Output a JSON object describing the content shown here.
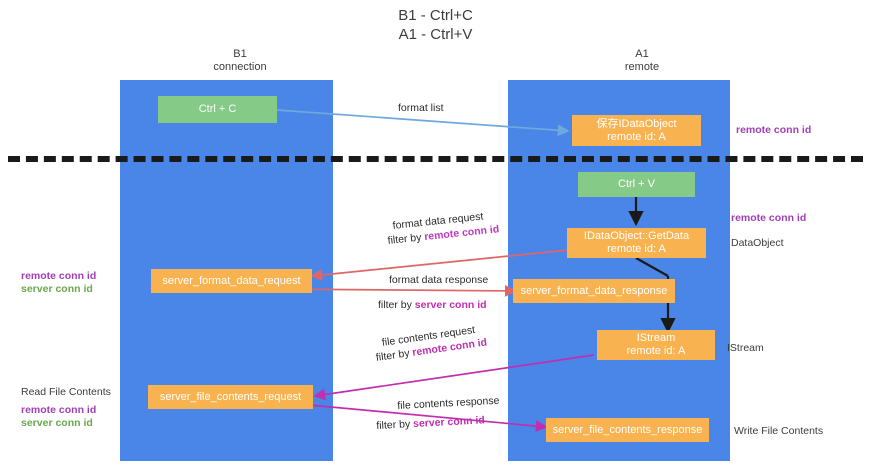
{
  "title": "B1 - Ctrl+C\nA1 - Ctrl+V",
  "lanes": [
    {
      "name": "b1",
      "header": "B1\nconnection"
    },
    {
      "name": "a1",
      "header": "A1\nremote"
    }
  ],
  "nodes": {
    "ctrl_c": "Ctrl + C",
    "save_idataobject": "保存IDataObject\nremote id: A",
    "ctrl_v": "Ctrl + V",
    "idataobject_getdata": "IDataObject::GetData\nremote id: A",
    "server_format_data_request": "server_format_data_request",
    "server_format_data_response": "server_format_data_response",
    "istream": "IStream\nremote id: A",
    "server_file_contents_request": "server_file_contents_request",
    "server_file_contents_response": "server_file_contents_response"
  },
  "edge_labels": {
    "format_list": "format list",
    "format_data_request": "format data request",
    "format_data_request_filter_prefix": "filter by ",
    "format_data_request_filter_value": "remote conn id",
    "format_data_response": "format data response",
    "format_data_response_filter_prefix": "filter by ",
    "format_data_response_filter_value": "server conn id",
    "file_contents_request": "file contents request",
    "file_contents_request_filter_prefix": "filter by ",
    "file_contents_request_filter_value": "remote conn id",
    "file_contents_response": "file contents response",
    "file_contents_response_filter_prefix": "filter by ",
    "file_contents_response_filter_value": "server conn id"
  },
  "annotations": {
    "right_top_remote_conn_id": "remote conn id",
    "right_mid_remote_conn_id": "remote conn id",
    "right_dataobject": "DataObject",
    "right_istream": "IStream",
    "right_write_file_contents": "Write File Contents",
    "left_remote_conn_id": "remote conn id",
    "left_server_conn_id": "server conn id",
    "left_read_file_contents": "Read File Contents",
    "left_bottom_remote_conn_id": "remote conn id",
    "left_bottom_server_conn_id": "server conn id"
  },
  "colors": {
    "lane": "#4a86e8",
    "node_green": "#86ca88",
    "node_orange": "#f8b24f",
    "accent_purple": "#a23fb5",
    "accent_green": "#6aa84f",
    "edge_blue": "#6fa8dc",
    "edge_red": "#e06666",
    "edge_magenta": "#c12fb0",
    "edge_black": "#1a1a1a",
    "background": "#ffffff"
  }
}
